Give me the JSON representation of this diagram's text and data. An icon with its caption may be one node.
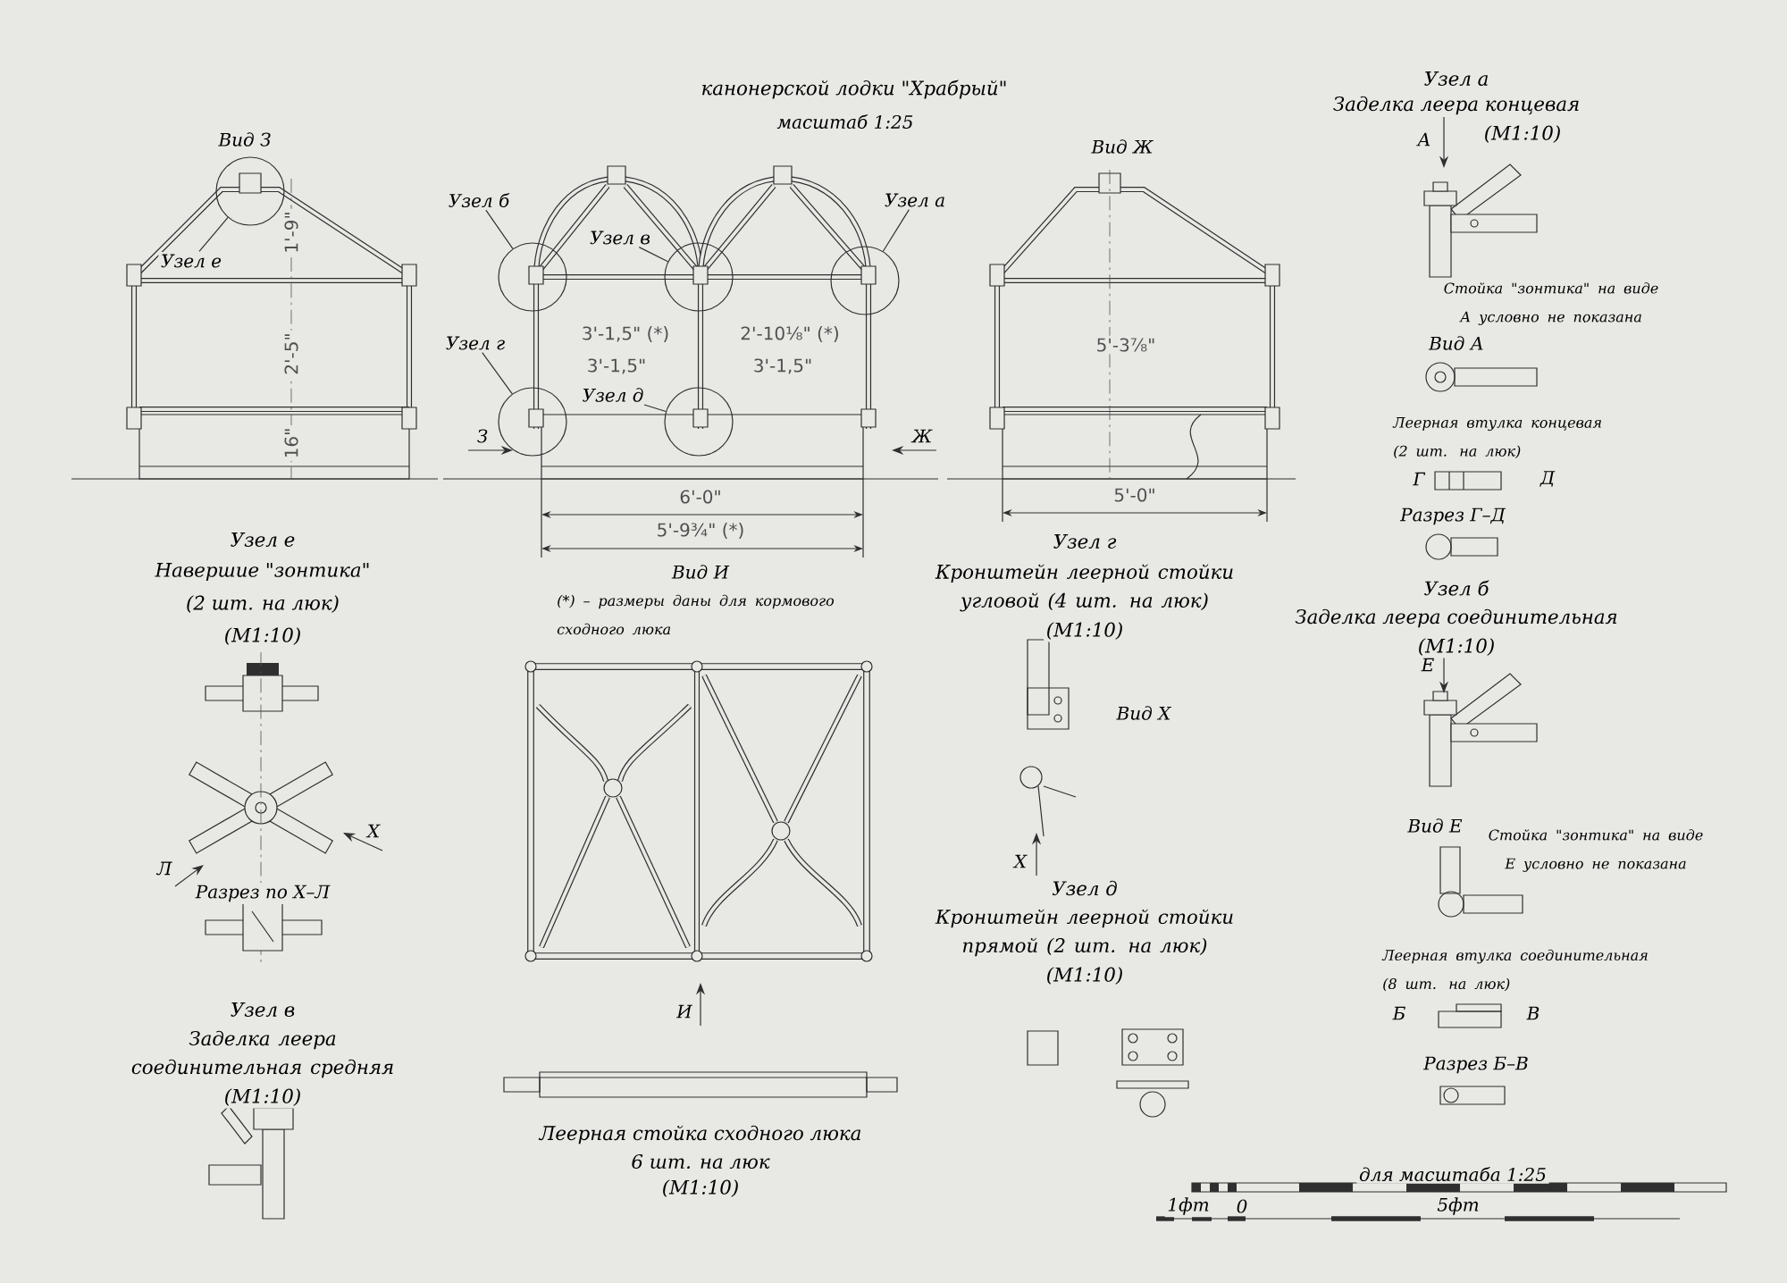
{
  "diagram": {
    "title": "канонерской лодки \"Храбрый\"",
    "nodes": [
      {
        "text": [
          "Узел е"
        ]
      },
      {
        "text": [],
        "shape": "circle"
      },
      {
        "text": [
          "Узел б"
        ]
      },
      {
        "text": [],
        "shape": "circle"
      },
      {
        "text": [
          "Узел в"
        ]
      },
      {
        "text": [],
        "shape": "circle"
      },
      {
        "text": [
          "Узел а"
        ]
      },
      {
        "text": [],
        "shape": "circle"
      },
      {
        "text": [
          "Узел г"
        ]
      },
      {
        "text": [],
        "shape": "circle"
      },
      {
        "text": [
          "Узел д"
        ]
      },
      {
        "text": [],
        "shape": "circle"
      }
    ],
    "edges": [
      {
        "from": 0,
        "to": 1,
        "arrow": "none"
      },
      {
        "from": 2,
        "to": 3,
        "arrow": "none"
      },
      {
        "from": 4,
        "to": 5,
        "arrow": "none"
      },
      {
        "from": 6,
        "to": 7,
        "arrow": "none"
      },
      {
        "from": 8,
        "to": 9,
        "arrow": "none"
      },
      {
        "from": 10,
        "to": 11,
        "arrow": "none"
      }
    ],
    "labels": [
      "масштаб 1:25",
      "Вид З",
      "1'-9\"",
      "2'-5\"",
      "16\"",
      "3'-1,5\" (*)",
      "2'-10⅛\" (*)",
      "3'-1,5\"",
      "3'-1,5\"",
      "З",
      "Ж",
      "6'-0\"",
      "5'-9¾\" (*)",
      "Вид Ж",
      "5'-3⅞\"",
      "5'-0\"",
      "Узел а",
      "Заделка леера концевая",
      "А",
      "(М1:10)",
      "Стойка \"зонтика\" на виде А условно не показана",
      "Вид А",
      "Леерная втулка концевая (2 шт. на люк)",
      "Г",
      "Д",
      "Разрез Г–Д",
      "Узел б",
      "Заделка леера соединительная",
      "(М1:10)",
      "Е",
      "Вид Е",
      "Стойка \"зонтика\" на виде Е условно не показана",
      "Леерная втулка соединительная (8 шт. на люк)",
      "Б",
      "В",
      "Разрез Б–В",
      "для масштаба 1:25",
      "1фт",
      "0",
      "5фт",
      "Узел е",
      "Навершие \"зонтика\"",
      "(2 шт. на люк)",
      "(М1:10)",
      "Х",
      "Л",
      "Разрез по Х–Л",
      "Узел в",
      "Заделка леера соединительная средняя",
      "(М1:10)",
      "Вид И",
      "(*) – размеры даны для кормового сходного люка",
      "И",
      "Леерная стойка сходного люка",
      "6 шт. на люк",
      "(М1:10)",
      "Узел г",
      "Кронштейн леерной стойки угловой (4 шт. на люк)",
      "(М1:10)",
      "Вид Х",
      "Х",
      "Узел д",
      "Кронштейн леерной стойки прямой (2 шт. на люк)",
      "(М1:10)"
    ]
  }
}
